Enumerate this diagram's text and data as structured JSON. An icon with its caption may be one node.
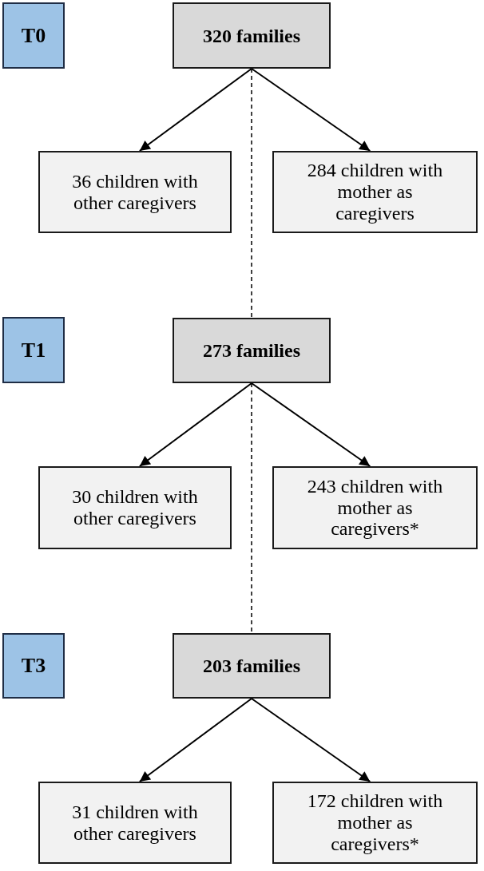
{
  "diagram": {
    "nodes": [
      {
        "text": [
          "T0"
        ]
      },
      {
        "text": [
          "320 families"
        ]
      },
      {
        "text": [
          "36 children with other caregivers"
        ]
      },
      {
        "text": [
          "284 children with mother as caregivers"
        ]
      },
      {
        "text": [
          "T1"
        ]
      },
      {
        "text": [
          "273 families"
        ]
      },
      {
        "text": [
          "30 children with other caregivers"
        ]
      },
      {
        "text": [
          "243 children with mother as caregivers*"
        ]
      },
      {
        "text": [
          "T3"
        ]
      },
      {
        "text": [
          "203 families"
        ]
      },
      {
        "text": [
          "31 children with other caregivers"
        ]
      },
      {
        "text": [
          "172 children with mother as caregivers*"
        ]
      }
    ],
    "edges": [
      {
        "from": 1,
        "to": 2,
        "arrow": "to"
      },
      {
        "from": 1,
        "to": 3,
        "arrow": "to"
      },
      {
        "from": 1,
        "to": 5,
        "arrow": "none",
        "style": "dashed"
      },
      {
        "from": 5,
        "to": 6,
        "arrow": "to"
      },
      {
        "from": 5,
        "to": 7,
        "arrow": "to"
      },
      {
        "from": 5,
        "to": 9,
        "arrow": "none",
        "style": "dashed"
      },
      {
        "from": 9,
        "to": 10,
        "arrow": "to"
      },
      {
        "from": 9,
        "to": 11,
        "arrow": "to"
      }
    ]
  }
}
